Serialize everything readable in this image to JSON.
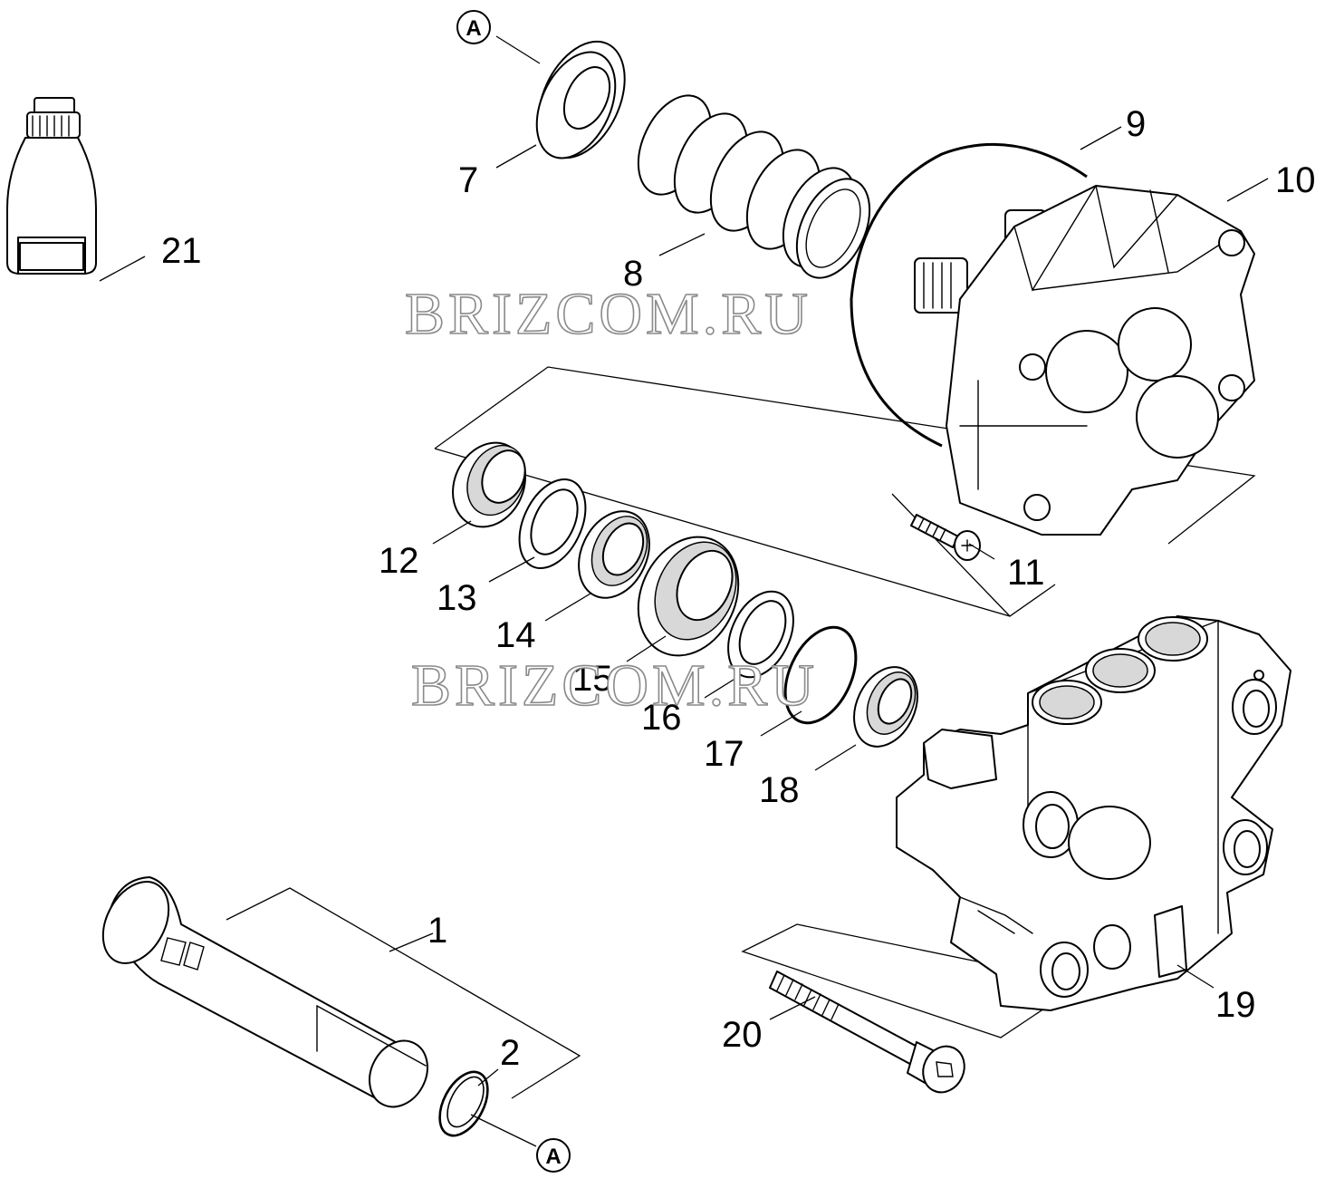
{
  "watermark": "BRIZCOM.RU",
  "reference_mark": "A",
  "parts": [
    {
      "number": "1"
    },
    {
      "number": "2"
    },
    {
      "number": "7"
    },
    {
      "number": "8"
    },
    {
      "number": "9"
    },
    {
      "number": "10"
    },
    {
      "number": "11"
    },
    {
      "number": "12"
    },
    {
      "number": "13"
    },
    {
      "number": "14"
    },
    {
      "number": "15"
    },
    {
      "number": "16"
    },
    {
      "number": "17"
    },
    {
      "number": "18"
    },
    {
      "number": "19"
    },
    {
      "number": "20"
    },
    {
      "number": "21"
    }
  ]
}
